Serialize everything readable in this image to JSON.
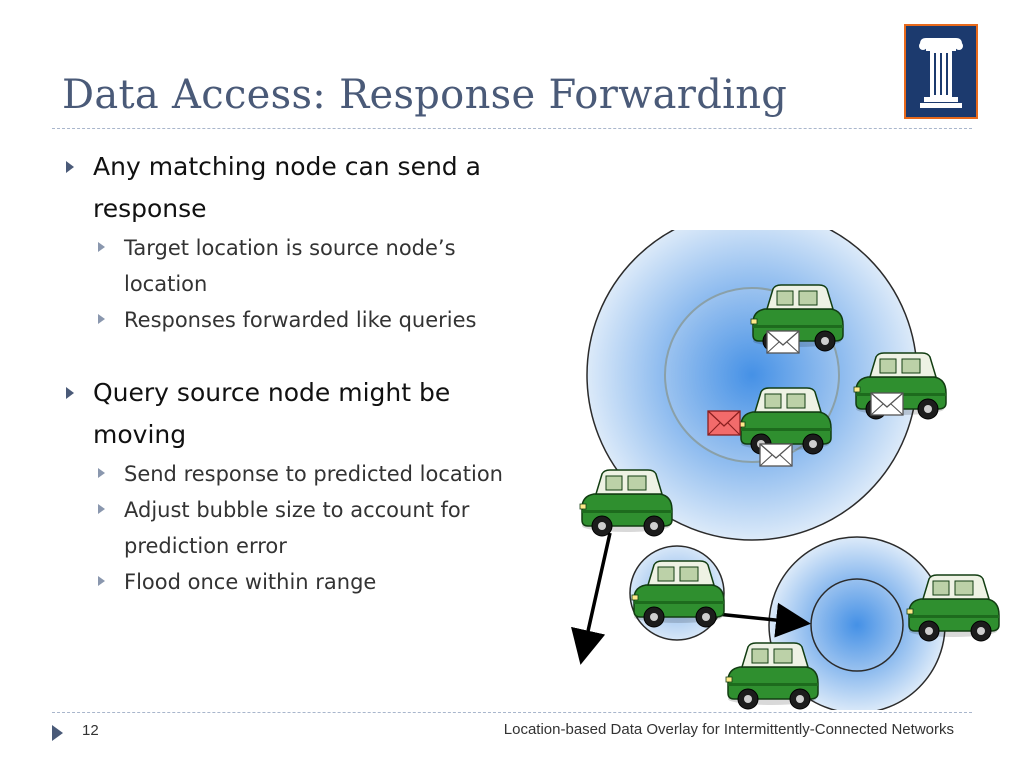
{
  "slide": {
    "title": "Data Access: Response Forwarding",
    "bullets": [
      {
        "text": "Any matching node can send a response",
        "lines": [
          "Any matching node can send a",
          "response"
        ],
        "sub": [
          {
            "lines": [
              "Target location is source node’s",
              "location"
            ]
          },
          {
            "lines": [
              "Responses forwarded like queries"
            ]
          }
        ]
      },
      {
        "text": "Query source node might be moving",
        "lines": [
          "Query source node might be",
          "moving"
        ],
        "sub": [
          {
            "lines": [
              "Send response to predicted location"
            ]
          },
          {
            "lines": [
              "Adjust bubble size to account for",
              "prediction error"
            ]
          },
          {
            "lines": [
              "Flood once within range"
            ]
          }
        ]
      }
    ]
  },
  "diagram": {
    "icons": [
      "car-icon",
      "envelope-icon",
      "envelope-red-icon",
      "arrow-icon"
    ],
    "colors": {
      "bubble": "#6fa8e6",
      "car_body": "#2f8f2f",
      "car_roof": "#dfe9c8",
      "envelope_red": "#f26b6b",
      "arrow": "#000000"
    }
  },
  "footer": {
    "page_number": "12",
    "text": "Location-based Data Overlay for Intermittently-Connected Networks"
  },
  "logo": {
    "icon": "illinois-column-icon",
    "colors": {
      "bg": "#1c3a6e",
      "border": "#e86a1c"
    }
  }
}
